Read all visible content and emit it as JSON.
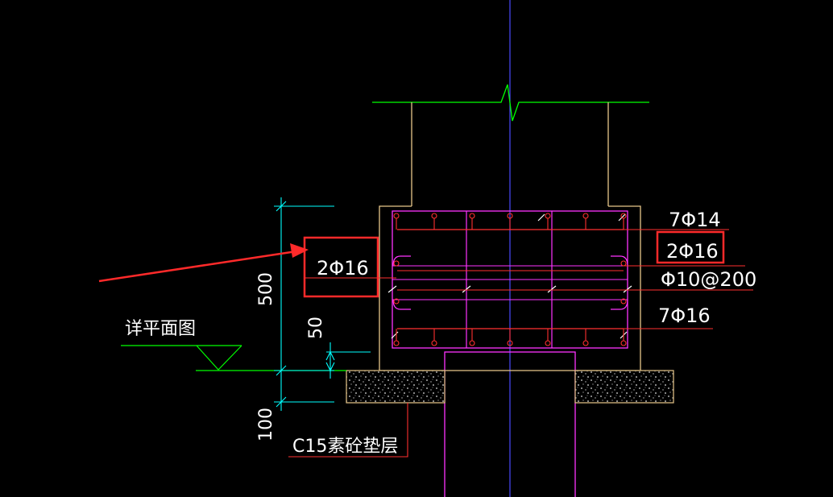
{
  "labels": {
    "top_rebar": "7Φ14",
    "side_rebar_right": "2Φ16",
    "stirrup": "Φ10@200",
    "bottom_rebar": "7Φ16",
    "side_rebar_left": "2Φ16",
    "detail_plan": "详平面图",
    "cushion": "C15素砼垫层",
    "dim_500": "500",
    "dim_50": "50",
    "dim_100": "100"
  },
  "colors": {
    "background": "#000000",
    "outline": "#e8c78a",
    "rebar": "#ff3030",
    "stirrup": "#ff33ff",
    "dimension": "#00ffff",
    "grade_line": "#00ff00",
    "centerline": "#4a4aff",
    "highlight": "#ff2a2a",
    "text": "#ffffff"
  },
  "icons": [
    "break-line-symbol",
    "elevation-triangle-symbol",
    "annotation-arrow"
  ]
}
